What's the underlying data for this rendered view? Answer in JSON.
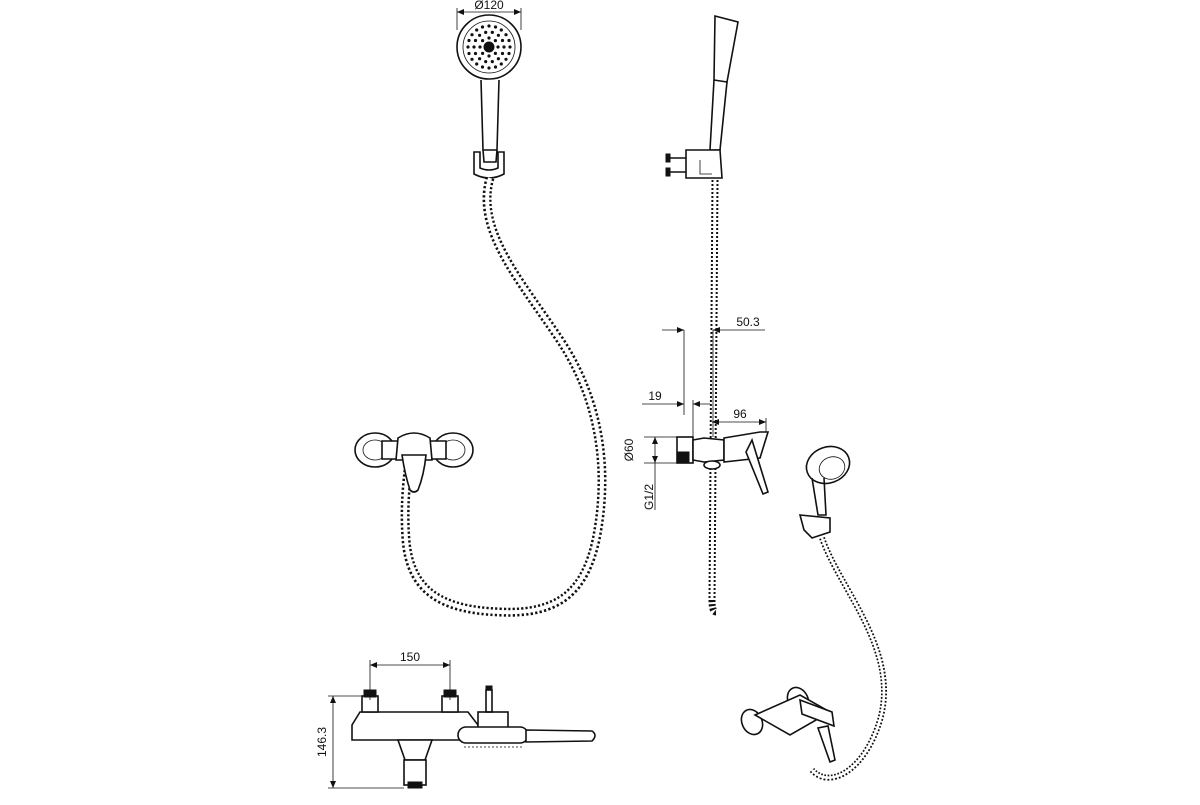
{
  "dimensions": {
    "head_diameter": "Ø120",
    "rail_offset": "50.3",
    "wall_gap": "19",
    "mixer_projection": "96",
    "flange_diameter": "Ø60",
    "thread": "G1/2",
    "inlet_spacing": "150",
    "total_height": "146.3"
  },
  "colors": {
    "line": "#111111",
    "background": "#ffffff"
  }
}
